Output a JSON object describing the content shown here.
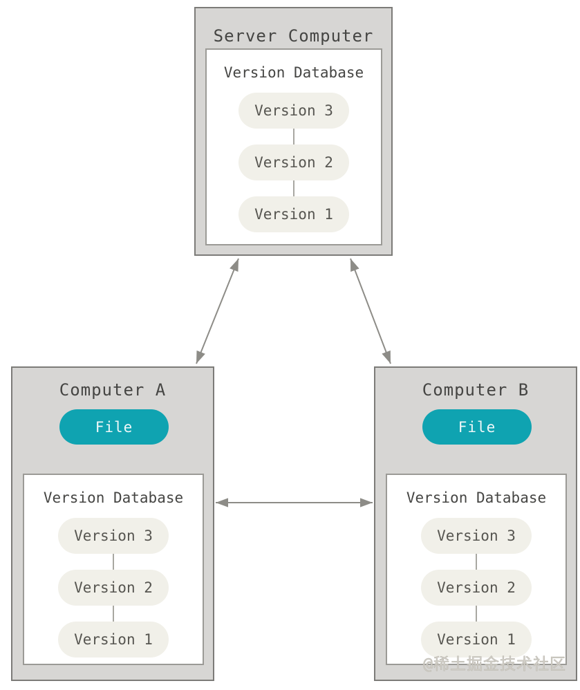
{
  "colors": {
    "teal": "#0fa3b1",
    "box-fill": "#d7d6d4",
    "box-border": "#7c7b78",
    "inner-fill": "#ffffff",
    "inner-border": "#9b9a96",
    "pill-fill": "#f1f0e9",
    "text-dark": "#454543",
    "arrow": "#8d8c87",
    "connector": "#a8a7a1",
    "file-text": "#eef7f8",
    "watermark": "#d3d0c9"
  },
  "server": {
    "title": "Server Computer",
    "database": {
      "title": "Version Database",
      "versions": [
        "Version 3",
        "Version 2",
        "Version 1"
      ]
    }
  },
  "computer_a": {
    "title": "Computer A",
    "file_label": "File",
    "database": {
      "title": "Version Database",
      "versions": [
        "Version 3",
        "Version 2",
        "Version 1"
      ]
    }
  },
  "computer_b": {
    "title": "Computer B",
    "file_label": "File",
    "database": {
      "title": "Version Database",
      "versions": [
        "Version 3",
        "Version 2",
        "Version 1"
      ]
    }
  },
  "watermark": "@稀土掘金技术社区"
}
